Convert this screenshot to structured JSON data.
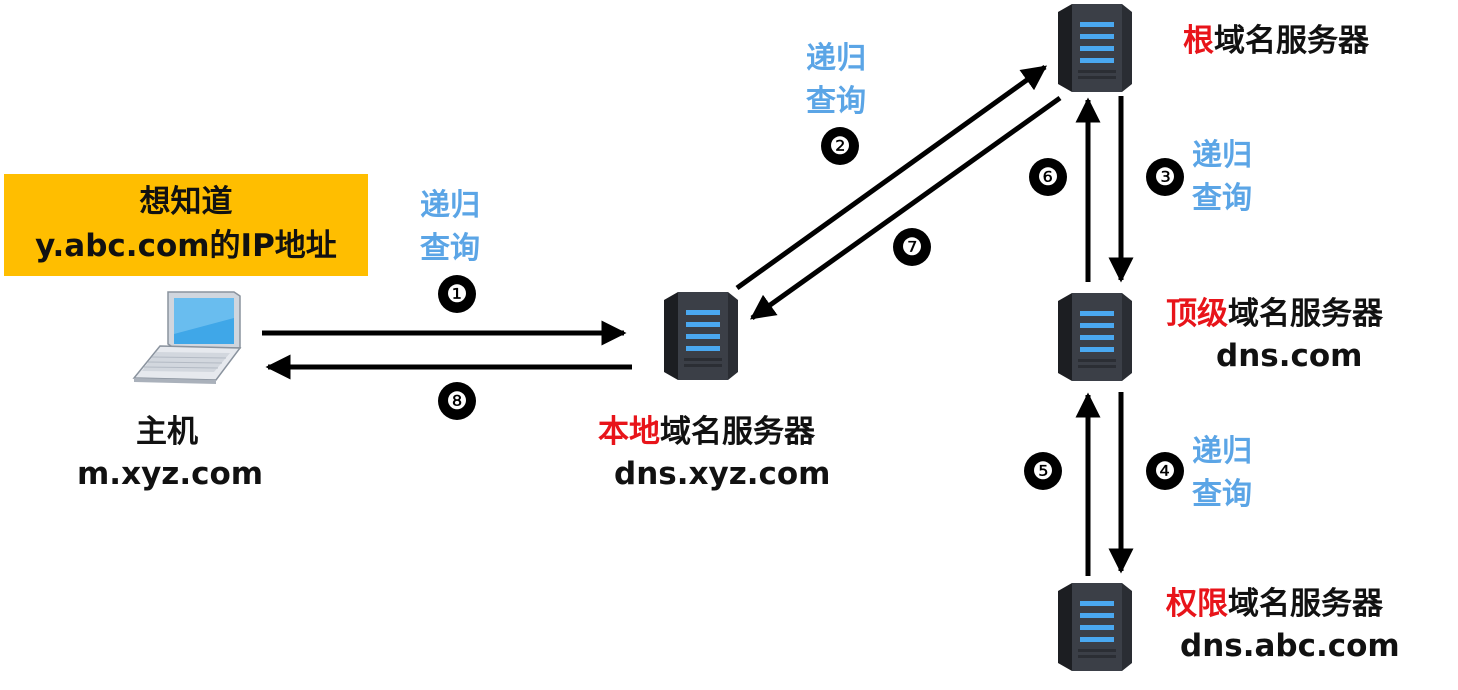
{
  "note": {
    "line1": "想知道",
    "line2": "y.abc.com的IP地址",
    "background": "#ffbe00"
  },
  "host": {
    "name": "主机",
    "address": "m.xyz.com",
    "icon": "laptop-icon"
  },
  "local_dns": {
    "accent": "本地",
    "name_rest": "域名服务器",
    "address": "dns.xyz.com",
    "icon": "server-icon"
  },
  "root_dns": {
    "accent": "根",
    "name_rest": "域名服务器",
    "icon": "server-icon"
  },
  "tld_dns": {
    "accent": "顶级",
    "name_rest": "域名服务器",
    "address": "dns.com",
    "icon": "server-icon"
  },
  "auth_dns": {
    "accent": "权限",
    "name_rest": "域名服务器",
    "address": "dns.abc.com",
    "icon": "server-icon"
  },
  "query_labels": [
    {
      "line1": "递归",
      "line2": "查询"
    },
    {
      "line1": "递归",
      "line2": "查询"
    },
    {
      "line1": "递归",
      "line2": "查询"
    },
    {
      "line1": "递归",
      "line2": "查询"
    }
  ],
  "steps": [
    "❶",
    "❷",
    "❸",
    "❹",
    "❺",
    "❻",
    "❼",
    "❽"
  ],
  "colors": {
    "accent": "#e8141a",
    "query": "#5ba5e6",
    "arrow": "#000000"
  }
}
